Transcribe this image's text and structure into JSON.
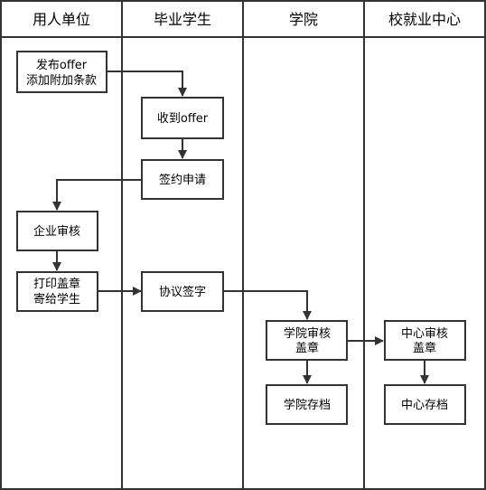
{
  "lanes": [
    {
      "title": "用人单位"
    },
    {
      "title": "毕业学生"
    },
    {
      "title": "学院"
    },
    {
      "title": "校就业中心"
    }
  ],
  "nodes": [
    {
      "id": "publish",
      "lines": [
        "发布offer",
        "添加附加条款"
      ]
    },
    {
      "id": "receive",
      "lines": [
        "收到offer"
      ]
    },
    {
      "id": "sign_apply",
      "lines": [
        "签约申请"
      ]
    },
    {
      "id": "ent_review",
      "lines": [
        "企业审核"
      ]
    },
    {
      "id": "print",
      "lines": [
        "打印盖章",
        "寄给学生"
      ]
    },
    {
      "id": "agreement",
      "lines": [
        "协议签字"
      ]
    },
    {
      "id": "college_review",
      "lines": [
        "学院审核",
        "盖章"
      ]
    },
    {
      "id": "college_archive",
      "lines": [
        "学院存档"
      ]
    },
    {
      "id": "center_review",
      "lines": [
        "中心审核",
        "盖章"
      ]
    },
    {
      "id": "center_archive",
      "lines": [
        "中心存档"
      ]
    }
  ],
  "edges": [
    {
      "from": "publish",
      "to": "receive"
    },
    {
      "from": "receive",
      "to": "sign_apply"
    },
    {
      "from": "sign_apply",
      "to": "ent_review"
    },
    {
      "from": "ent_review",
      "to": "print"
    },
    {
      "from": "print",
      "to": "agreement"
    },
    {
      "from": "agreement",
      "to": "college_review"
    },
    {
      "from": "college_review",
      "to": "college_archive"
    },
    {
      "from": "college_review",
      "to": "center_review"
    },
    {
      "from": "center_review",
      "to": "center_archive"
    }
  ]
}
